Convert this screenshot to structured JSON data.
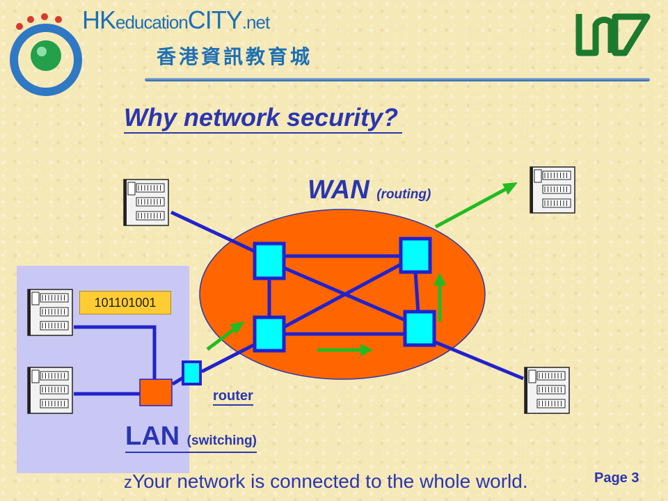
{
  "header": {
    "brand_prefix": "HK",
    "brand_middle": "education",
    "brand_suffix": "CITY",
    "brand_tld": ".net",
    "brand_chinese": "香港資訊教育城",
    "logo_icon": "hkedcity-logo-icon",
    "book_icon": "open-book-icon"
  },
  "slide": {
    "title": "Why network security?",
    "wan_label": "WAN",
    "wan_sub": "(routing)",
    "lan_label": "LAN",
    "lan_sub": "(switching)",
    "router_label": "router",
    "packet": "101101001",
    "bullet_mark": "z",
    "bullet_text": "Your network is connected to the whole world.",
    "page_label": "Page 3"
  },
  "colors": {
    "title_blue": "#2a36b0",
    "link_blue": "#2222cc",
    "wan_cloud": "#ff6600",
    "node_fill": "#00ffff",
    "arrow_green": "#22bb22",
    "lan_panel": "#c9c8f4",
    "packet_fill": "#ffcc33"
  }
}
